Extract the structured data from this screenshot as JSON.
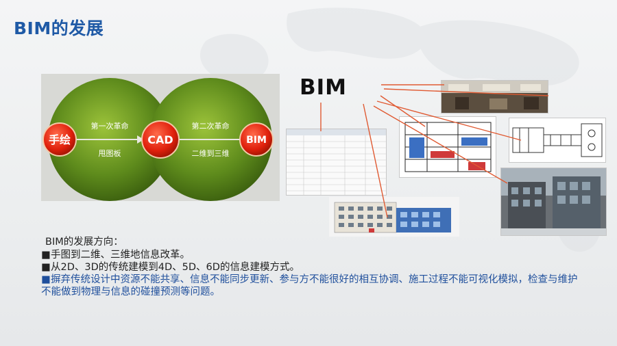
{
  "title": "BIM的发展",
  "diagram": {
    "node_start": "手绘",
    "node_mid": "CAD",
    "node_end": "BIM",
    "rev1_top": "第一次革命",
    "rev1_bottom": "甩图板",
    "rev2_top": "第二次革命",
    "rev2_bottom": "二维到三维"
  },
  "bim_label": "BIM",
  "directions": {
    "heading": "BIM的发展方向：",
    "bullet": "■",
    "items": [
      "手图到二维、三维地信息改革。",
      "从2D、3D的传统建模到4D、5D、6D的信息建模方式。",
      "摒弃传统设计中资源不能共享、信息不能同步更新、参与方不能很好的相互协调、施工过程不能可视化模拟，检查与维护不能做到物理与信息的碰撞预测等问题。"
    ]
  }
}
